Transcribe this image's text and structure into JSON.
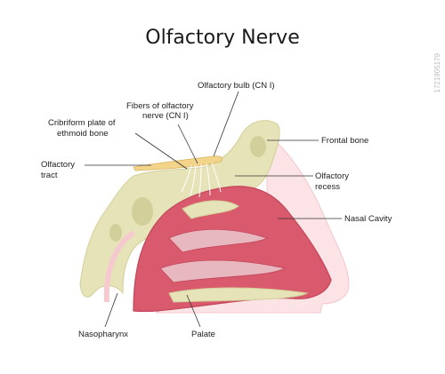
{
  "title": "Olfactory Nerve",
  "labels": {
    "olfactory_bulb": "Olfactory bulb (CN I)",
    "fibers_line1": "Fibers of olfactory",
    "fibers_line2": "nerve (CN I)",
    "cribriform_line1": "Cribriform plate of",
    "cribriform_line2": "ethmoid bone",
    "frontal_bone": "Frontal bone",
    "olfactory_tract_line1": "Olfactory",
    "olfactory_tract_line2": "tract",
    "olfactory_recess_line1": "Olfactory",
    "olfactory_recess_line2": "recess",
    "nasal_cavity": "Nasal Cavity",
    "nasopharynx": "Nasopharynx",
    "palate": "Palate"
  },
  "stock_id": "1721905179",
  "colors": {
    "bone": "#e6e3b8",
    "bone_shade": "#d3cf9a",
    "mucosa": "#d95a6c",
    "mucosa_dark": "#c2455a",
    "skin": "#fbe3e6",
    "nerve": "#f2d48a",
    "leader": "#333333"
  }
}
